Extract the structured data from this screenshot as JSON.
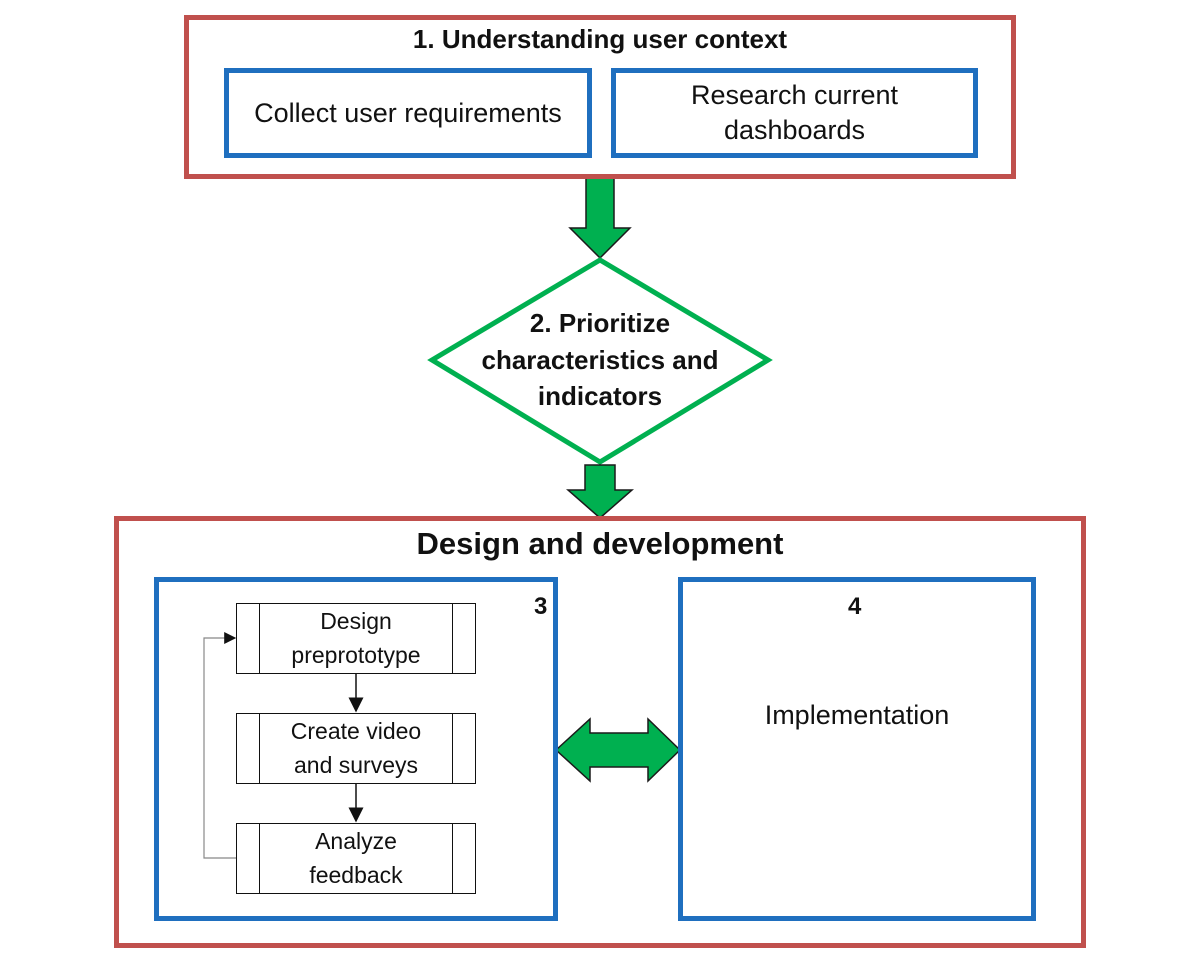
{
  "stage1": {
    "title": "1. Understanding user context",
    "box_a": "Collect user requirements",
    "box_b_line1": "Research current",
    "box_b_line2": "dashboards"
  },
  "stage2": {
    "line1": "2. Prioritize",
    "line2": "characteristics and",
    "line3": "indicators"
  },
  "design": {
    "title": "Design and development",
    "panel3": {
      "number": "3",
      "steps": [
        {
          "line1": "Design",
          "line2": "preprototype"
        },
        {
          "line1": "Create video",
          "line2": "and surveys"
        },
        {
          "line1": "Analyze",
          "line2": "feedback"
        }
      ]
    },
    "panel4": {
      "number": "4",
      "label": "Implementation"
    }
  },
  "colors": {
    "outer_border": "#c0504d",
    "inner_border": "#1f6fbf",
    "arrow_fill": "#00b050",
    "arrow_stroke": "#1a1a1a",
    "diamond_stroke": "#00b050"
  }
}
